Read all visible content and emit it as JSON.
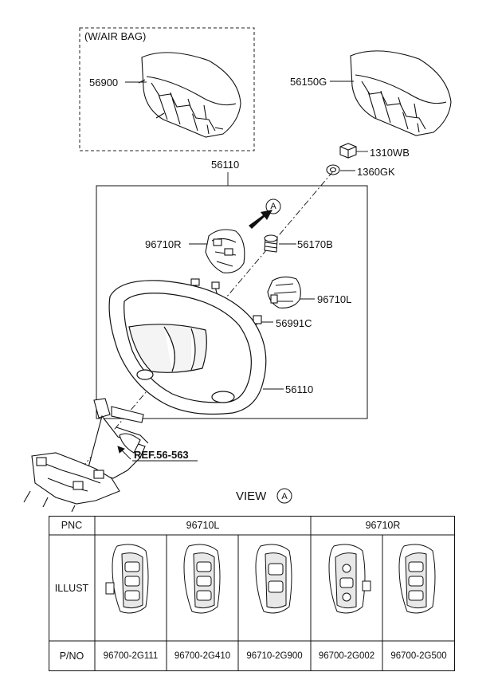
{
  "callouts": {
    "airbag_variant": "(W/AIR BAG)",
    "p56900": "56900",
    "p56150G": "56150G",
    "p1310WB": "1310WB",
    "p1360GK": "1360GK",
    "p56110_top": "56110",
    "p96710R": "96710R",
    "p56170B": "56170B",
    "p96710L": "96710L",
    "p56991C": "56991C",
    "p56110_wheel": "56110",
    "ref": "REF.56-563",
    "arrow_marker": "A"
  },
  "view": {
    "title": "VIEW",
    "marker": "A"
  },
  "table": {
    "row_headers": {
      "pnc": "PNC",
      "illust": "ILLUST",
      "pno": "P/NO"
    },
    "groups": [
      {
        "pnc": "96710L",
        "parts": [
          "96700-2G111",
          "96700-2G410",
          "96710-2G900"
        ]
      },
      {
        "pnc": "96710R",
        "parts": [
          "96700-2G002",
          "96700-2G500"
        ]
      }
    ]
  },
  "colors": {
    "line": "#111111",
    "fill": "#ffffff",
    "shade": "#cfcfcf"
  }
}
